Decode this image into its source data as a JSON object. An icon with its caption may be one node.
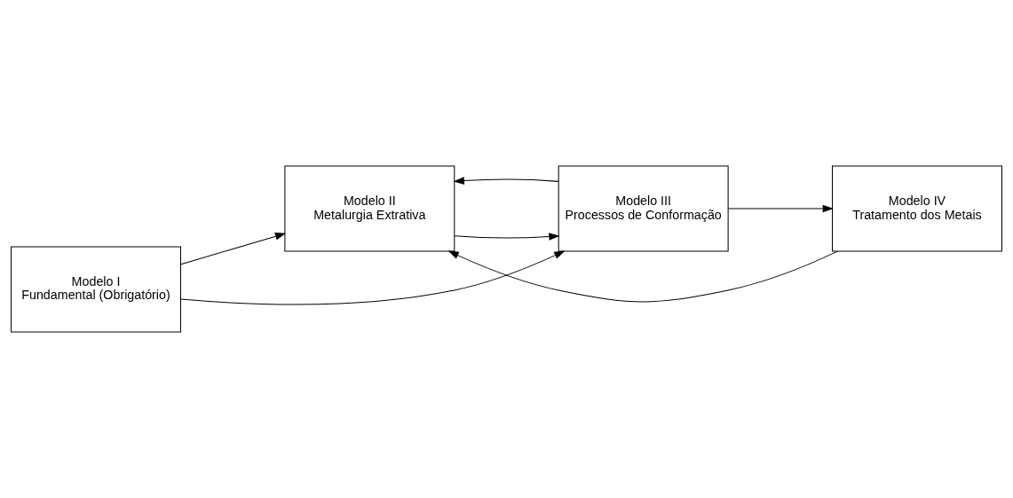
{
  "diagram": {
    "nodes": [
      {
        "text": [
          "Modelo I",
          "Fundamental (Obrigatório)"
        ]
      },
      {
        "text": [
          "Modelo II",
          "Metalurgia Extrativa"
        ]
      },
      {
        "text": [
          "Modelo III",
          "Processos de Conformação"
        ]
      },
      {
        "text": [
          "Modelo IV",
          "Tratamento dos Metais"
        ]
      }
    ],
    "edges": [
      {
        "from": 0,
        "to": 1,
        "arrow": "to"
      },
      {
        "from": 0,
        "to": 2,
        "arrow": "to"
      },
      {
        "from": 1,
        "to": 2,
        "arrow": "to"
      },
      {
        "from": 2,
        "to": 1,
        "arrow": "to"
      },
      {
        "from": 2,
        "to": 3,
        "arrow": "to"
      },
      {
        "from": 3,
        "to": 1,
        "arrow": "to"
      }
    ]
  }
}
